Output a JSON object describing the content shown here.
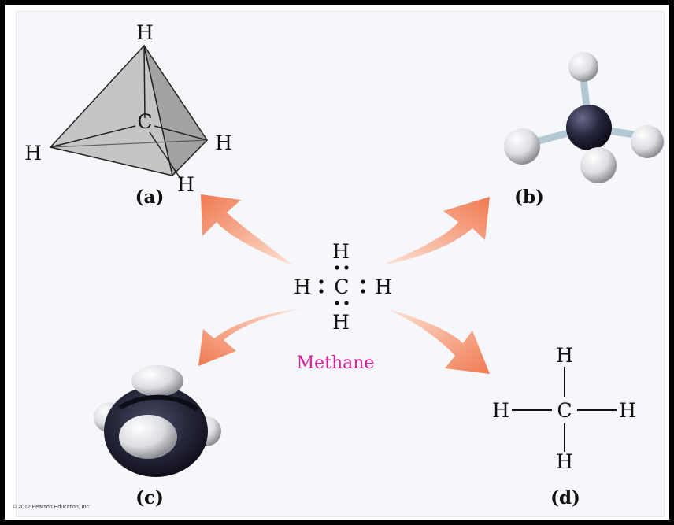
{
  "title": "Methane",
  "labels": {
    "a": "(a)",
    "b": "(b)",
    "c": "(c)",
    "d": "(d)"
  },
  "atoms": {
    "hydrogen": "H",
    "carbon": "C"
  },
  "copyright": "© 2012 Pearson Education, Inc.",
  "colors": {
    "arrow": "#f2845c",
    "methane_text": "#d4209a",
    "tetrahedron_face": "#b8bab8",
    "carbon_ball": "#23233b",
    "hydrogen_ball": "#e4e5e8",
    "bond_stick": "#b4c8d4"
  }
}
